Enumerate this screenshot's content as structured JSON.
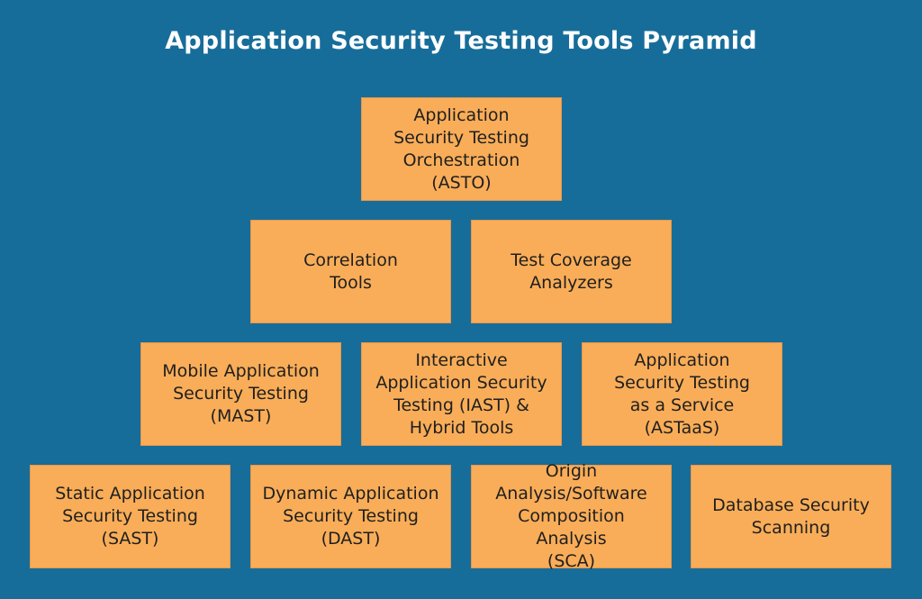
{
  "title": "Application Security Testing Tools Pyramid",
  "pyramid": {
    "row1": [
      {
        "label": "Application\nSecurity Testing\nOrchestration\n(ASTO)"
      }
    ],
    "row2": [
      {
        "label": "Correlation\nTools"
      },
      {
        "label": "Test Coverage\nAnalyzers"
      }
    ],
    "row3": [
      {
        "label": "Mobile Application\nSecurity Testing\n(MAST)"
      },
      {
        "label": "Interactive\nApplication Security\nTesting (IAST) &\nHybrid Tools"
      },
      {
        "label": "Application\nSecurity Testing\nas a Service\n(ASTaaS)"
      }
    ],
    "row4": [
      {
        "label": "Static Application\nSecurity Testing\n(SAST)"
      },
      {
        "label": "Dynamic Application\nSecurity Testing\n(DAST)"
      },
      {
        "label": "Origin\nAnalysis/Software\nComposition Analysis\n(SCA)"
      },
      {
        "label": "Database Security\nScanning"
      }
    ]
  },
  "colors": {
    "background": "#176d99",
    "box_fill": "#f9ad58",
    "box_border": "#e7964a",
    "title_text": "#ffffff",
    "box_text": "#1f1f1f"
  }
}
